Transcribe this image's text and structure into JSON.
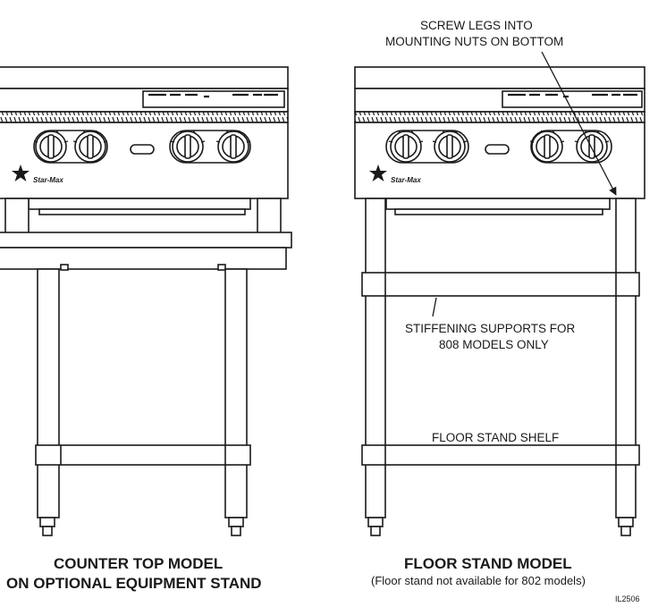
{
  "callouts": {
    "screw_legs_line1": "SCREW LEGS INTO",
    "screw_legs_line2": "MOUNTING NUTS ON BOTTOM",
    "stiffening_line1": "STIFFENING SUPPORTS FOR",
    "stiffening_line2": "808 MODELS ONLY",
    "floor_shelf": "FLOOR STAND SHELF"
  },
  "left_figure": {
    "caption_line1": "COUNTER TOP MODEL",
    "caption_line2": "ON OPTIONAL EQUIPMENT STAND"
  },
  "right_figure": {
    "caption_line1": "FLOOR STAND MODEL",
    "caption_line2": "(Floor stand not available for 802 models)"
  },
  "figure_id": "IL2506",
  "logo_text": "Star-Max",
  "colors": {
    "line": "#1a1a1a",
    "background": "#ffffff"
  }
}
